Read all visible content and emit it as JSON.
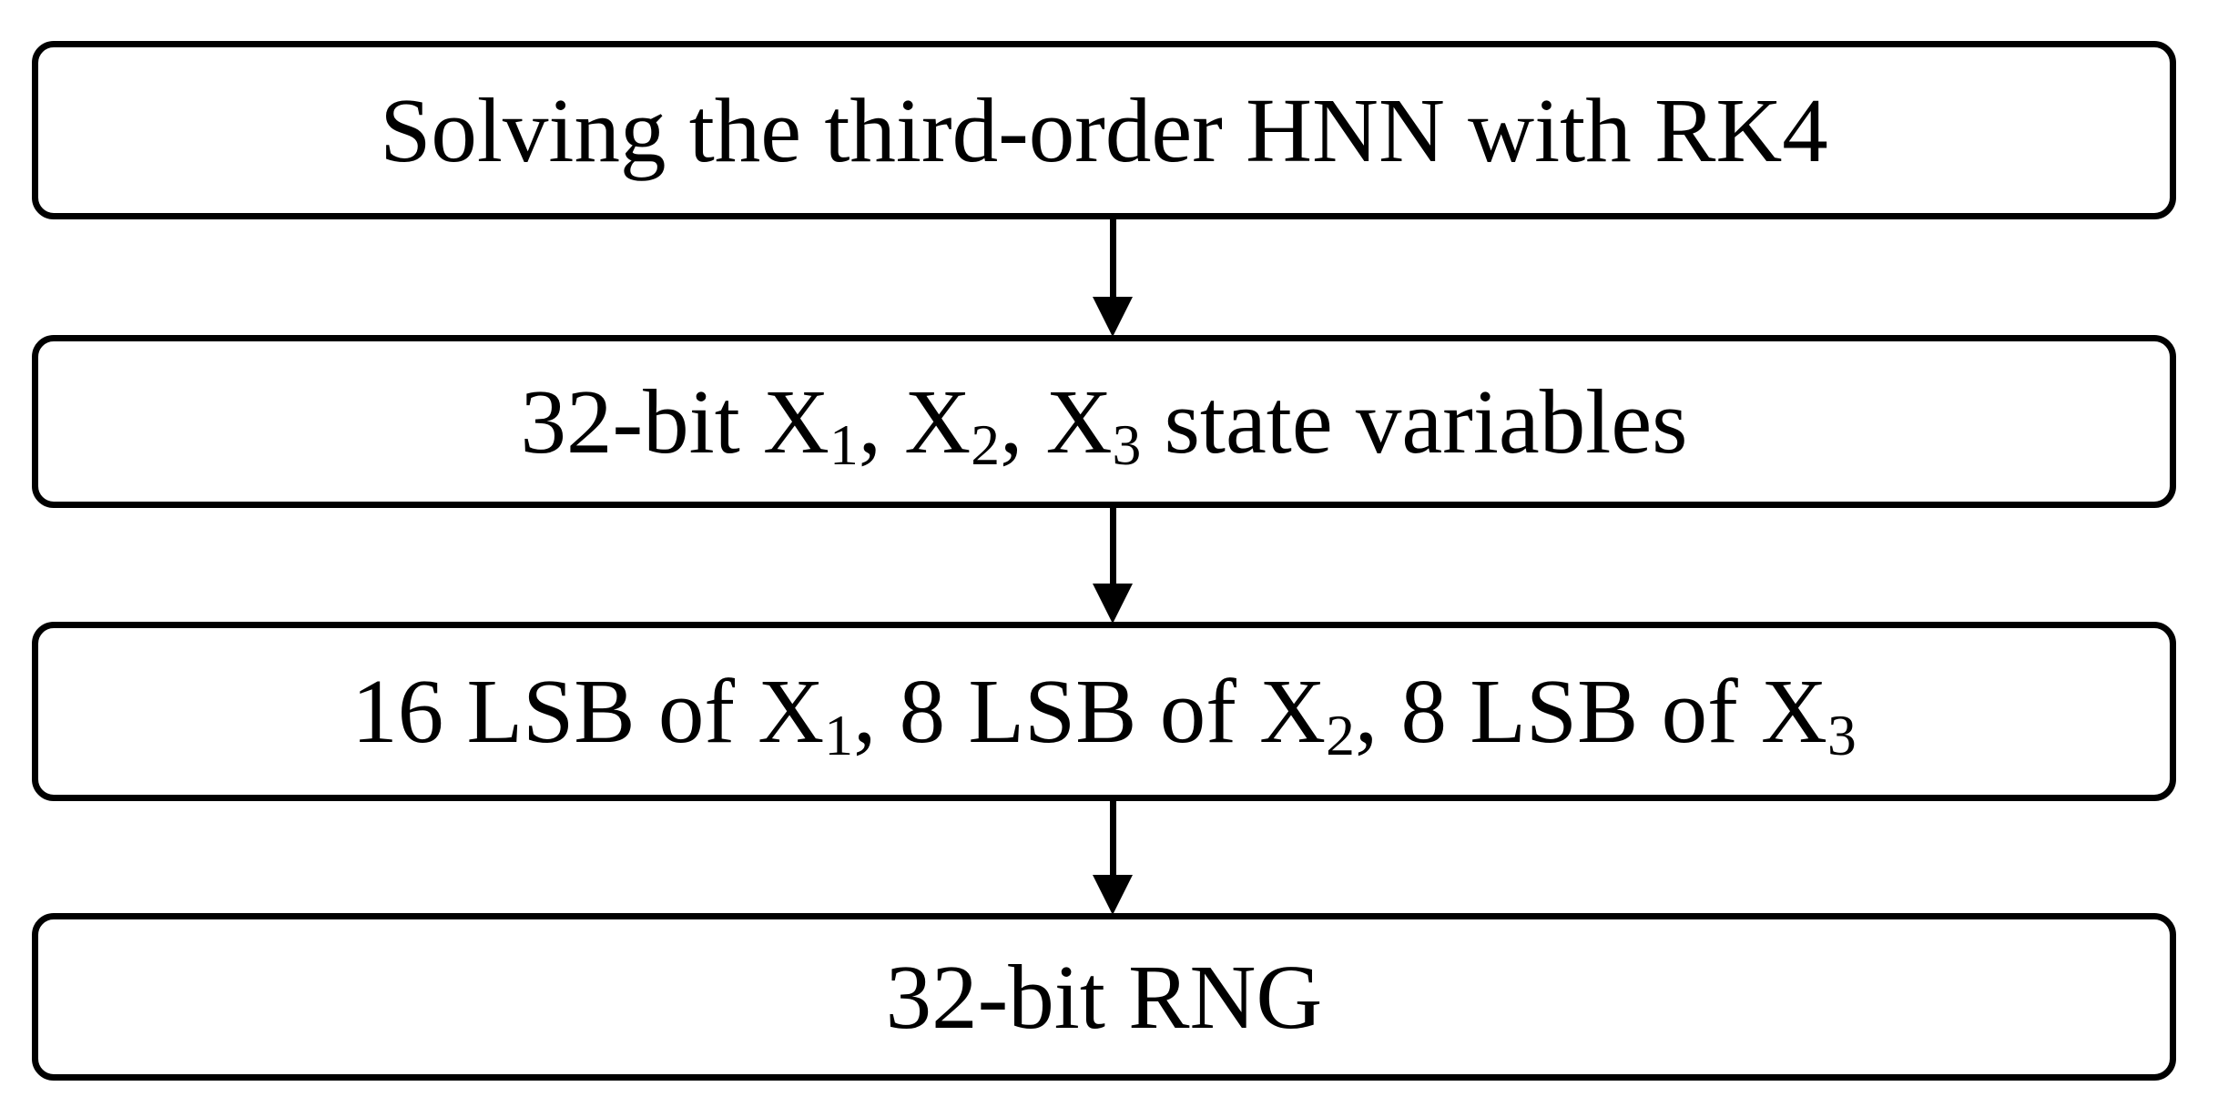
{
  "diagram": {
    "title": "Third-order HNN based RNG flowchart",
    "background_color": "#ffffff",
    "border_color": "#000000",
    "text_color": "#000000",
    "boxes": [
      {
        "id": "step-1",
        "segments": [
          {
            "t": "Solving the third-order HNN with RK4",
            "sub": false
          }
        ]
      },
      {
        "id": "step-2",
        "segments": [
          {
            "t": "32-bit X",
            "sub": false
          },
          {
            "t": "1",
            "sub": true
          },
          {
            "t": ", X",
            "sub": false
          },
          {
            "t": "2",
            "sub": true
          },
          {
            "t": ", X",
            "sub": false
          },
          {
            "t": "3",
            "sub": true
          },
          {
            "t": " state variables",
            "sub": false
          }
        ]
      },
      {
        "id": "step-3",
        "segments": [
          {
            "t": "16 LSB of X",
            "sub": false
          },
          {
            "t": "1",
            "sub": true
          },
          {
            "t": ", 8 LSB of X",
            "sub": false
          },
          {
            "t": "2",
            "sub": true
          },
          {
            "t": ", 8 LSB of X",
            "sub": false
          },
          {
            "t": "3",
            "sub": true
          }
        ]
      },
      {
        "id": "step-4",
        "segments": [
          {
            "t": "32-bit RNG",
            "sub": false
          }
        ]
      }
    ],
    "arrows": [
      {
        "id": "arrow-1",
        "from": "step-1",
        "to": "step-2",
        "direction": "down"
      },
      {
        "id": "arrow-2",
        "from": "step-2",
        "to": "step-3",
        "direction": "down"
      },
      {
        "id": "arrow-3",
        "from": "step-3",
        "to": "step-4",
        "direction": "down"
      }
    ]
  }
}
